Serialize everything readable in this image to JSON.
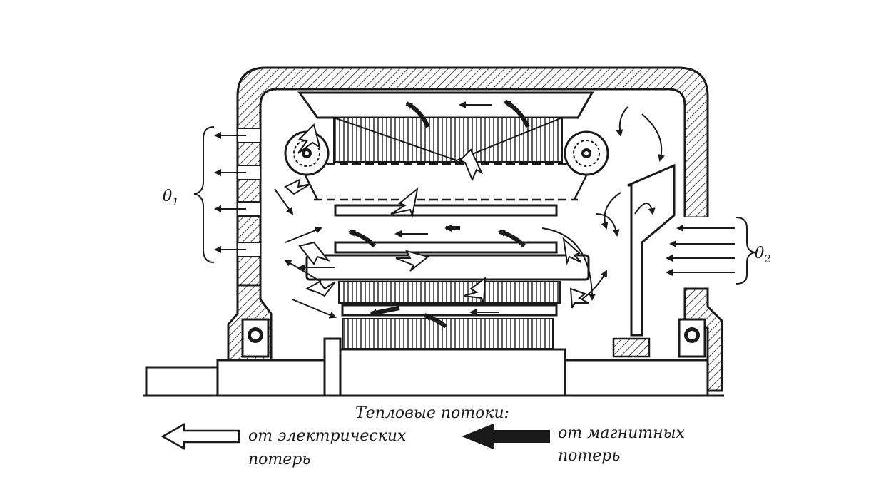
{
  "labels": {
    "theta1": "θ",
    "theta1_sub": "1",
    "theta2": "θ",
    "theta2_sub": "2"
  },
  "legend": {
    "title": "Тепловые потоки:",
    "electric_line1": "от электрических",
    "electric_line2": "потерь",
    "magnetic_line1": "от магнитных",
    "magnetic_line2": "потерь"
  },
  "colors": {
    "ink": "#1a1a1a",
    "paper": "#ffffff"
  }
}
